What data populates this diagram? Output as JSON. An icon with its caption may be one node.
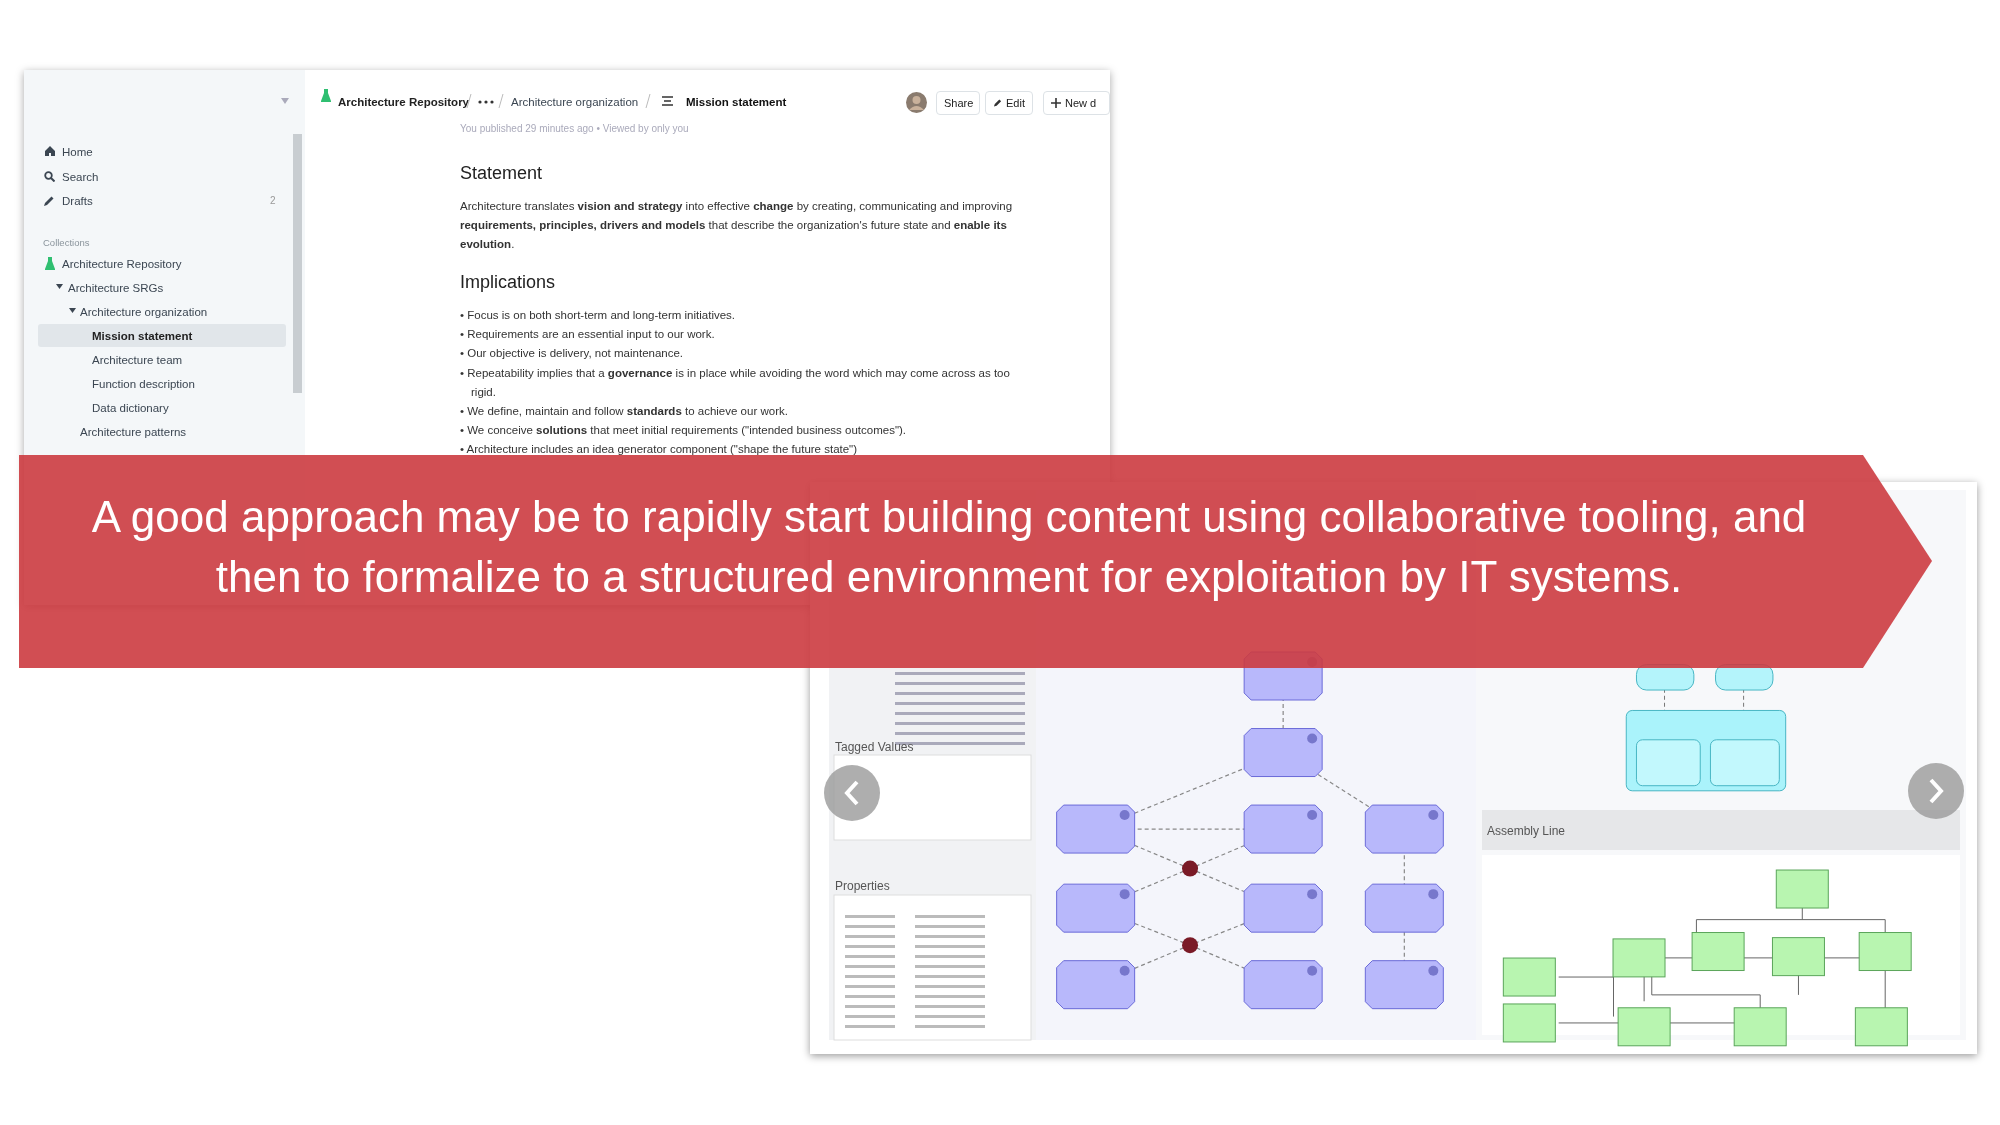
{
  "diagram": {
    "nodes": [
      {
        "text": [
          "A good approach may be to rapidly start building content using collaborative tooling, and then to formalize to a structured environment for exploitation by IT systems."
        ]
      }
    ],
    "labels": [
      "Home",
      "Search",
      "Drafts",
      "2",
      "Collections",
      "Architecture Repository",
      "Architecture SRGs",
      "Architecture organization",
      "Mission statement",
      "Architecture team",
      "Function description",
      "Data dictionary",
      "Architecture patterns",
      "Architecture Repository",
      "Architecture organization",
      "Mission statement",
      "Share",
      "Edit",
      "New d",
      "You published 29 minutes ago • Viewed by only you",
      "Statement",
      "Architecture translates **vision and strategy** into effective **change** by creating, communicating and improving **requirements, principles, drivers and models** that describe the organization's future state and **enable its evolution**.",
      "Implications",
      "• Focus is on both short-term and long-term initiatives.",
      "• Requirements are an essential input to our work.",
      "• Our objective is delivery, not maintenance.",
      "• Repeatability implies that a **governance** is in place while avoiding the word which may come across as too rigid.",
      "• We define, maintain and follow **standards** to achieve our work.",
      "• We conceive **solutions** that meet initial requirements (\"intended business outcomes\").",
      "• Architecture includes an idea generator component (\"shape the future state\")",
      "Tagged Values",
      "Properties",
      "Assembly Line"
    ]
  }
}
